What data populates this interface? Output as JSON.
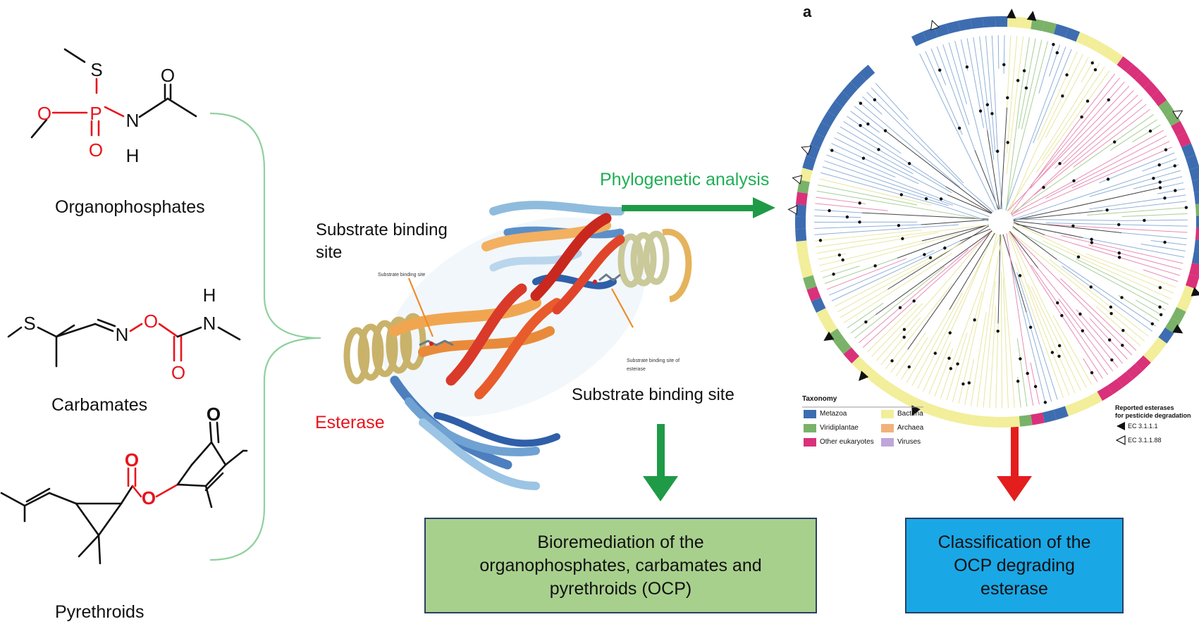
{
  "panel_letter": "a",
  "compounds": [
    {
      "id": "op",
      "name": "Organophosphates",
      "atoms": {
        "s": "S",
        "o1": "O",
        "p": "P",
        "o2": "O",
        "n": "N",
        "h": "H",
        "o3": "O"
      }
    },
    {
      "id": "carb",
      "name": "Carbamates",
      "atoms": {
        "s": "S",
        "n1": "N",
        "o1": "O",
        "h": "H",
        "n2": "N",
        "o2": "O"
      }
    },
    {
      "id": "pyr",
      "name": "Pyrethroids",
      "atoms": {
        "o_ketone": "O",
        "o_carbonyl": "O",
        "o_ester": "O"
      }
    }
  ],
  "protein": {
    "enzyme_label": "Esterase",
    "site_label_top": "Substrate binding\nsite",
    "site_label_bottom": "Substrate binding site",
    "small_label_left": "Substrate binding site",
    "small_label_right": "Substrate binding site of\nesterase"
  },
  "arrows": {
    "phylo_label": "Phylogenetic analysis"
  },
  "outputs": {
    "bioremediation": "Bioremediation of the\norganophosphates, carbamates and\npyrethroids (OCP)",
    "classification": "Classification of the\nOCP degrading\nesterase"
  },
  "legend": {
    "taxonomy_title": "Taxonomy",
    "taxa": [
      {
        "name": "Metazoa",
        "color": "#3d6db0"
      },
      {
        "name": "Viridiplantae",
        "color": "#7ab26a"
      },
      {
        "name": "Other eukaryotes",
        "color": "#d9317a"
      },
      {
        "name": "Bacteria",
        "color": "#f2ee9a"
      },
      {
        "name": "Archaea",
        "color": "#f0b27a"
      },
      {
        "name": "Viruses",
        "color": "#bfa6d9"
      }
    ],
    "reported_title": "Reported esterases\nfor pesticide degradation",
    "reported": [
      {
        "marker": "filled-triangle",
        "name": "EC 3.1.1.1"
      },
      {
        "marker": "open-triangle",
        "name": "EC 3.1.1.88"
      }
    ]
  },
  "colors": {
    "heteroatom_red": "#e8141b",
    "bracket_green": "#8fd19e",
    "arrow_green": "#1f9a46",
    "arrow_red": "#e41d1d",
    "label_green": "#1fae55",
    "label_red": "#e8141b",
    "box_green": "#a8d08d",
    "box_blue": "#1aa7e6"
  }
}
